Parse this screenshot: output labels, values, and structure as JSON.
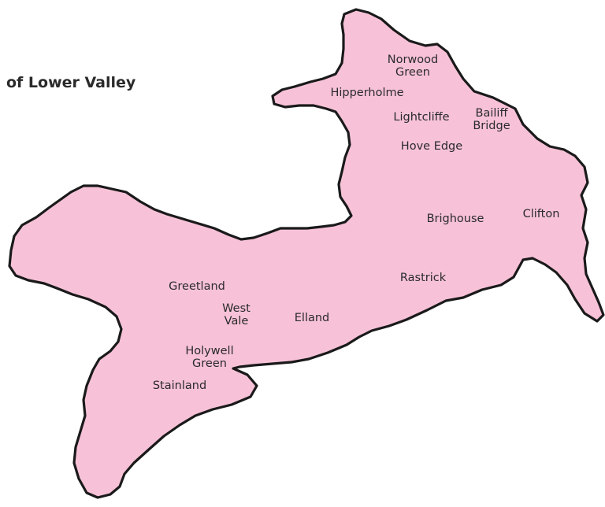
{
  "map": {
    "title": "of Lower Valley",
    "region_fill": "#f7c2d8",
    "border_color": "#1a1a1a",
    "places": [
      {
        "id": "norwood-green",
        "name": "Norwood\nGreen"
      },
      {
        "id": "hipperholme",
        "name": "Hipperholme"
      },
      {
        "id": "lightcliffe",
        "name": "Lightcliffe"
      },
      {
        "id": "bailiff-bridge",
        "name": "Bailiff\nBridge"
      },
      {
        "id": "hove-edge",
        "name": "Hove Edge"
      },
      {
        "id": "brighouse",
        "name": "Brighouse"
      },
      {
        "id": "clifton",
        "name": "Clifton"
      },
      {
        "id": "rastrick",
        "name": "Rastrick"
      },
      {
        "id": "greetland",
        "name": "Greetland"
      },
      {
        "id": "west-vale",
        "name": "West\nVale"
      },
      {
        "id": "elland",
        "name": "Elland"
      },
      {
        "id": "holywell-green",
        "name": "Holywell\nGreen"
      },
      {
        "id": "stainland",
        "name": "Stainland"
      }
    ]
  }
}
